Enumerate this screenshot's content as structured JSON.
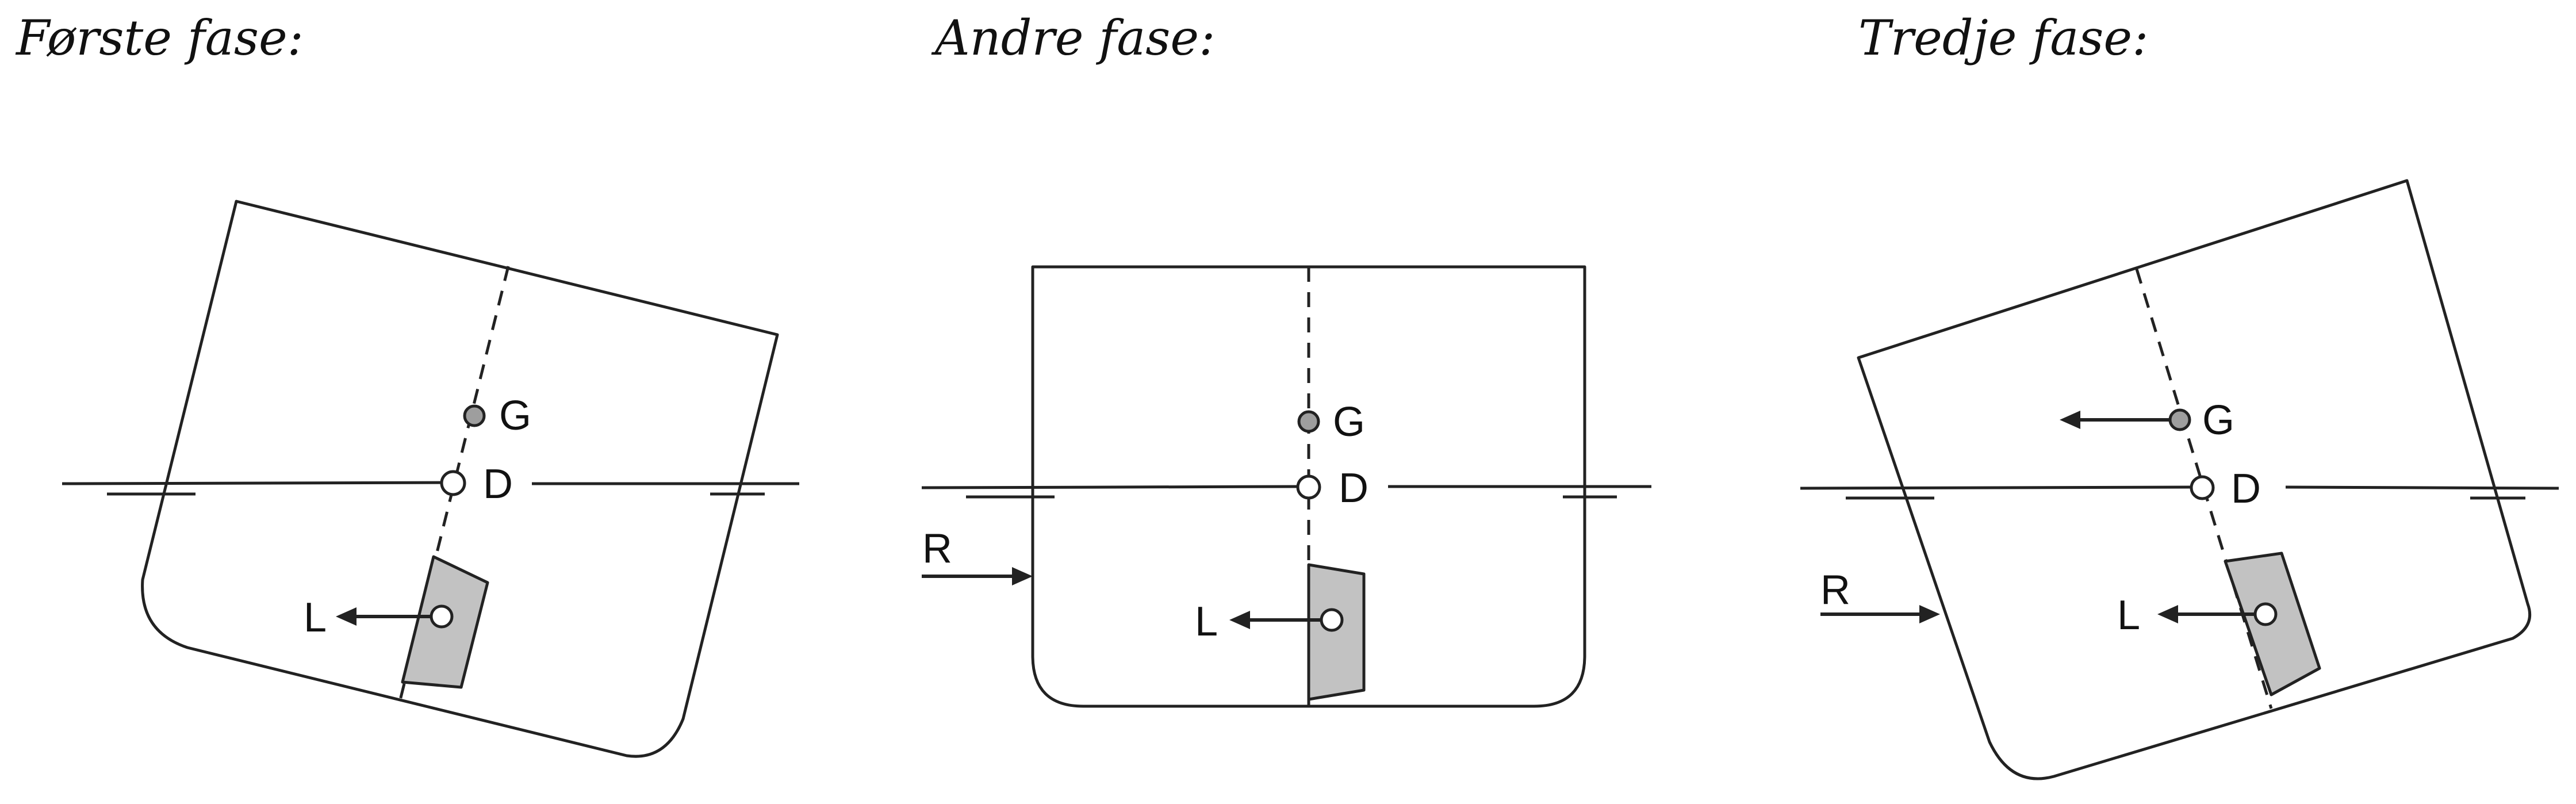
{
  "panels": [
    {
      "title": "Første fase:",
      "labels": {
        "g": "G",
        "d": "D",
        "l": "L"
      }
    },
    {
      "title": "Andre fase:",
      "labels": {
        "g": "G",
        "d": "D",
        "l": "L",
        "r": "R"
      }
    },
    {
      "title": "Tredje fase:",
      "labels": {
        "g": "G",
        "d": "D",
        "l": "L",
        "r": "R"
      }
    }
  ],
  "colors": {
    "line": "#222222",
    "keel_fill": "#c2c2c2",
    "g_point_fill": "#9e9e9e"
  }
}
